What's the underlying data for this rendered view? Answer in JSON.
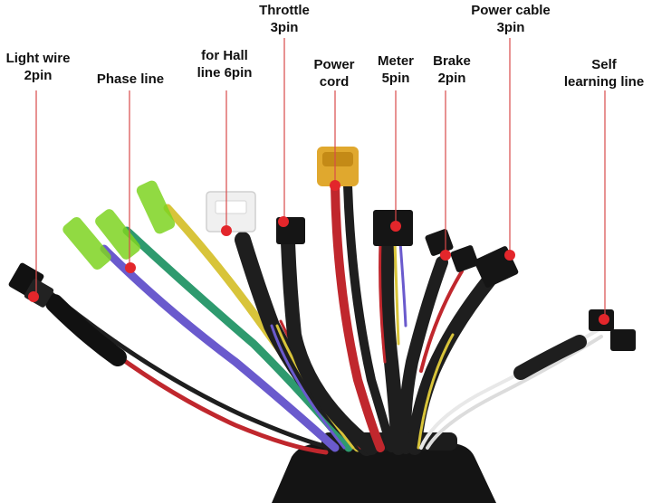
{
  "labels": {
    "light_wire": [
      "Light wire",
      "2pin"
    ],
    "phase_line": [
      "Phase line"
    ],
    "hall_line": [
      "for Hall",
      "line 6pin"
    ],
    "throttle": [
      "Throttle",
      "3pin"
    ],
    "power_cord": [
      "Power",
      "cord"
    ],
    "meter": [
      "Meter",
      "5pin"
    ],
    "brake": [
      "Brake",
      "2pin"
    ],
    "power_cable": [
      "Power cable",
      "3pin"
    ],
    "self_learning": [
      "Self",
      "learning line"
    ]
  },
  "colors": {
    "pointer": "#e3262b",
    "leader": "#d94a4a",
    "controller_body": "#141414",
    "phase_connector": "#7ed321",
    "red_wire": "#c0272d",
    "black_wire": "#1e1e1e",
    "yellow_wire": "#d8c43a",
    "blue_wire": "#6a5acd",
    "green_wire": "#2e9a6e",
    "white_wire": "#e8e8e8",
    "xt60_connector": "#e0a82e"
  }
}
